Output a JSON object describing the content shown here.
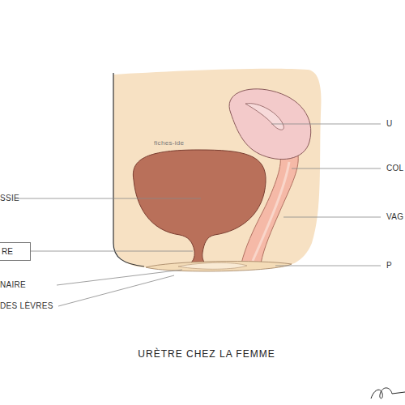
{
  "diagram": {
    "title": "URÈTRE CHEZ LA FEMME",
    "nodes": [
      {
        "text": [
          "RE"
        ]
      }
    ],
    "labels": [
      "fiches-ide",
      "U",
      "COL",
      "SSIE",
      "VAG",
      "P",
      "NAIRE",
      "DES LÈVRES"
    ]
  }
}
